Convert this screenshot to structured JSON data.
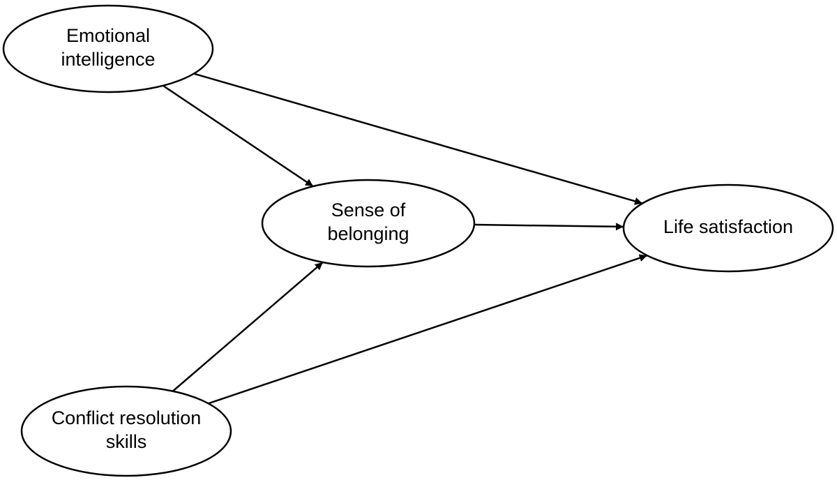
{
  "nodes": [
    {
      "id": "ei",
      "label_lines": [
        "Emotional",
        "intelligence"
      ]
    },
    {
      "id": "sob",
      "label_lines": [
        "Sense of",
        "belonging"
      ]
    },
    {
      "id": "ls",
      "label_lines": [
        "Life satisfaction"
      ]
    },
    {
      "id": "crs",
      "label_lines": [
        "Conflict resolution",
        "skills"
      ]
    }
  ],
  "edges": [
    {
      "from": "ei",
      "to": "sob"
    },
    {
      "from": "ei",
      "to": "ls"
    },
    {
      "from": "sob",
      "to": "ls"
    },
    {
      "from": "crs",
      "to": "sob"
    },
    {
      "from": "crs",
      "to": "ls"
    }
  ],
  "colors": {
    "stroke": "#000000",
    "fill": "#ffffff",
    "background": "#ffffff"
  }
}
